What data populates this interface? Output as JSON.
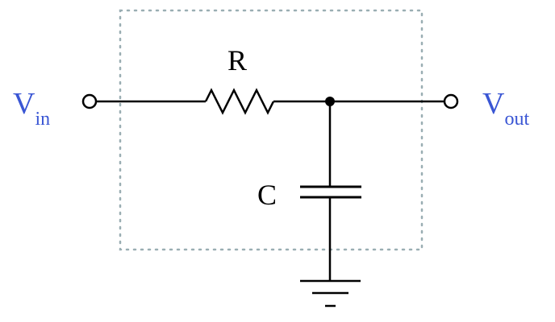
{
  "diagram": {
    "type": "RC low-pass filter schematic",
    "colors": {
      "wire": "#000000",
      "terminal_label": "#3a56d4",
      "component_label": "#000000",
      "boundary": "#9aaeb3"
    },
    "labels": {
      "input_main": "V",
      "input_sub": "in",
      "output_main": "V",
      "output_sub": "out",
      "resistor": "R",
      "capacitor": "C"
    }
  }
}
